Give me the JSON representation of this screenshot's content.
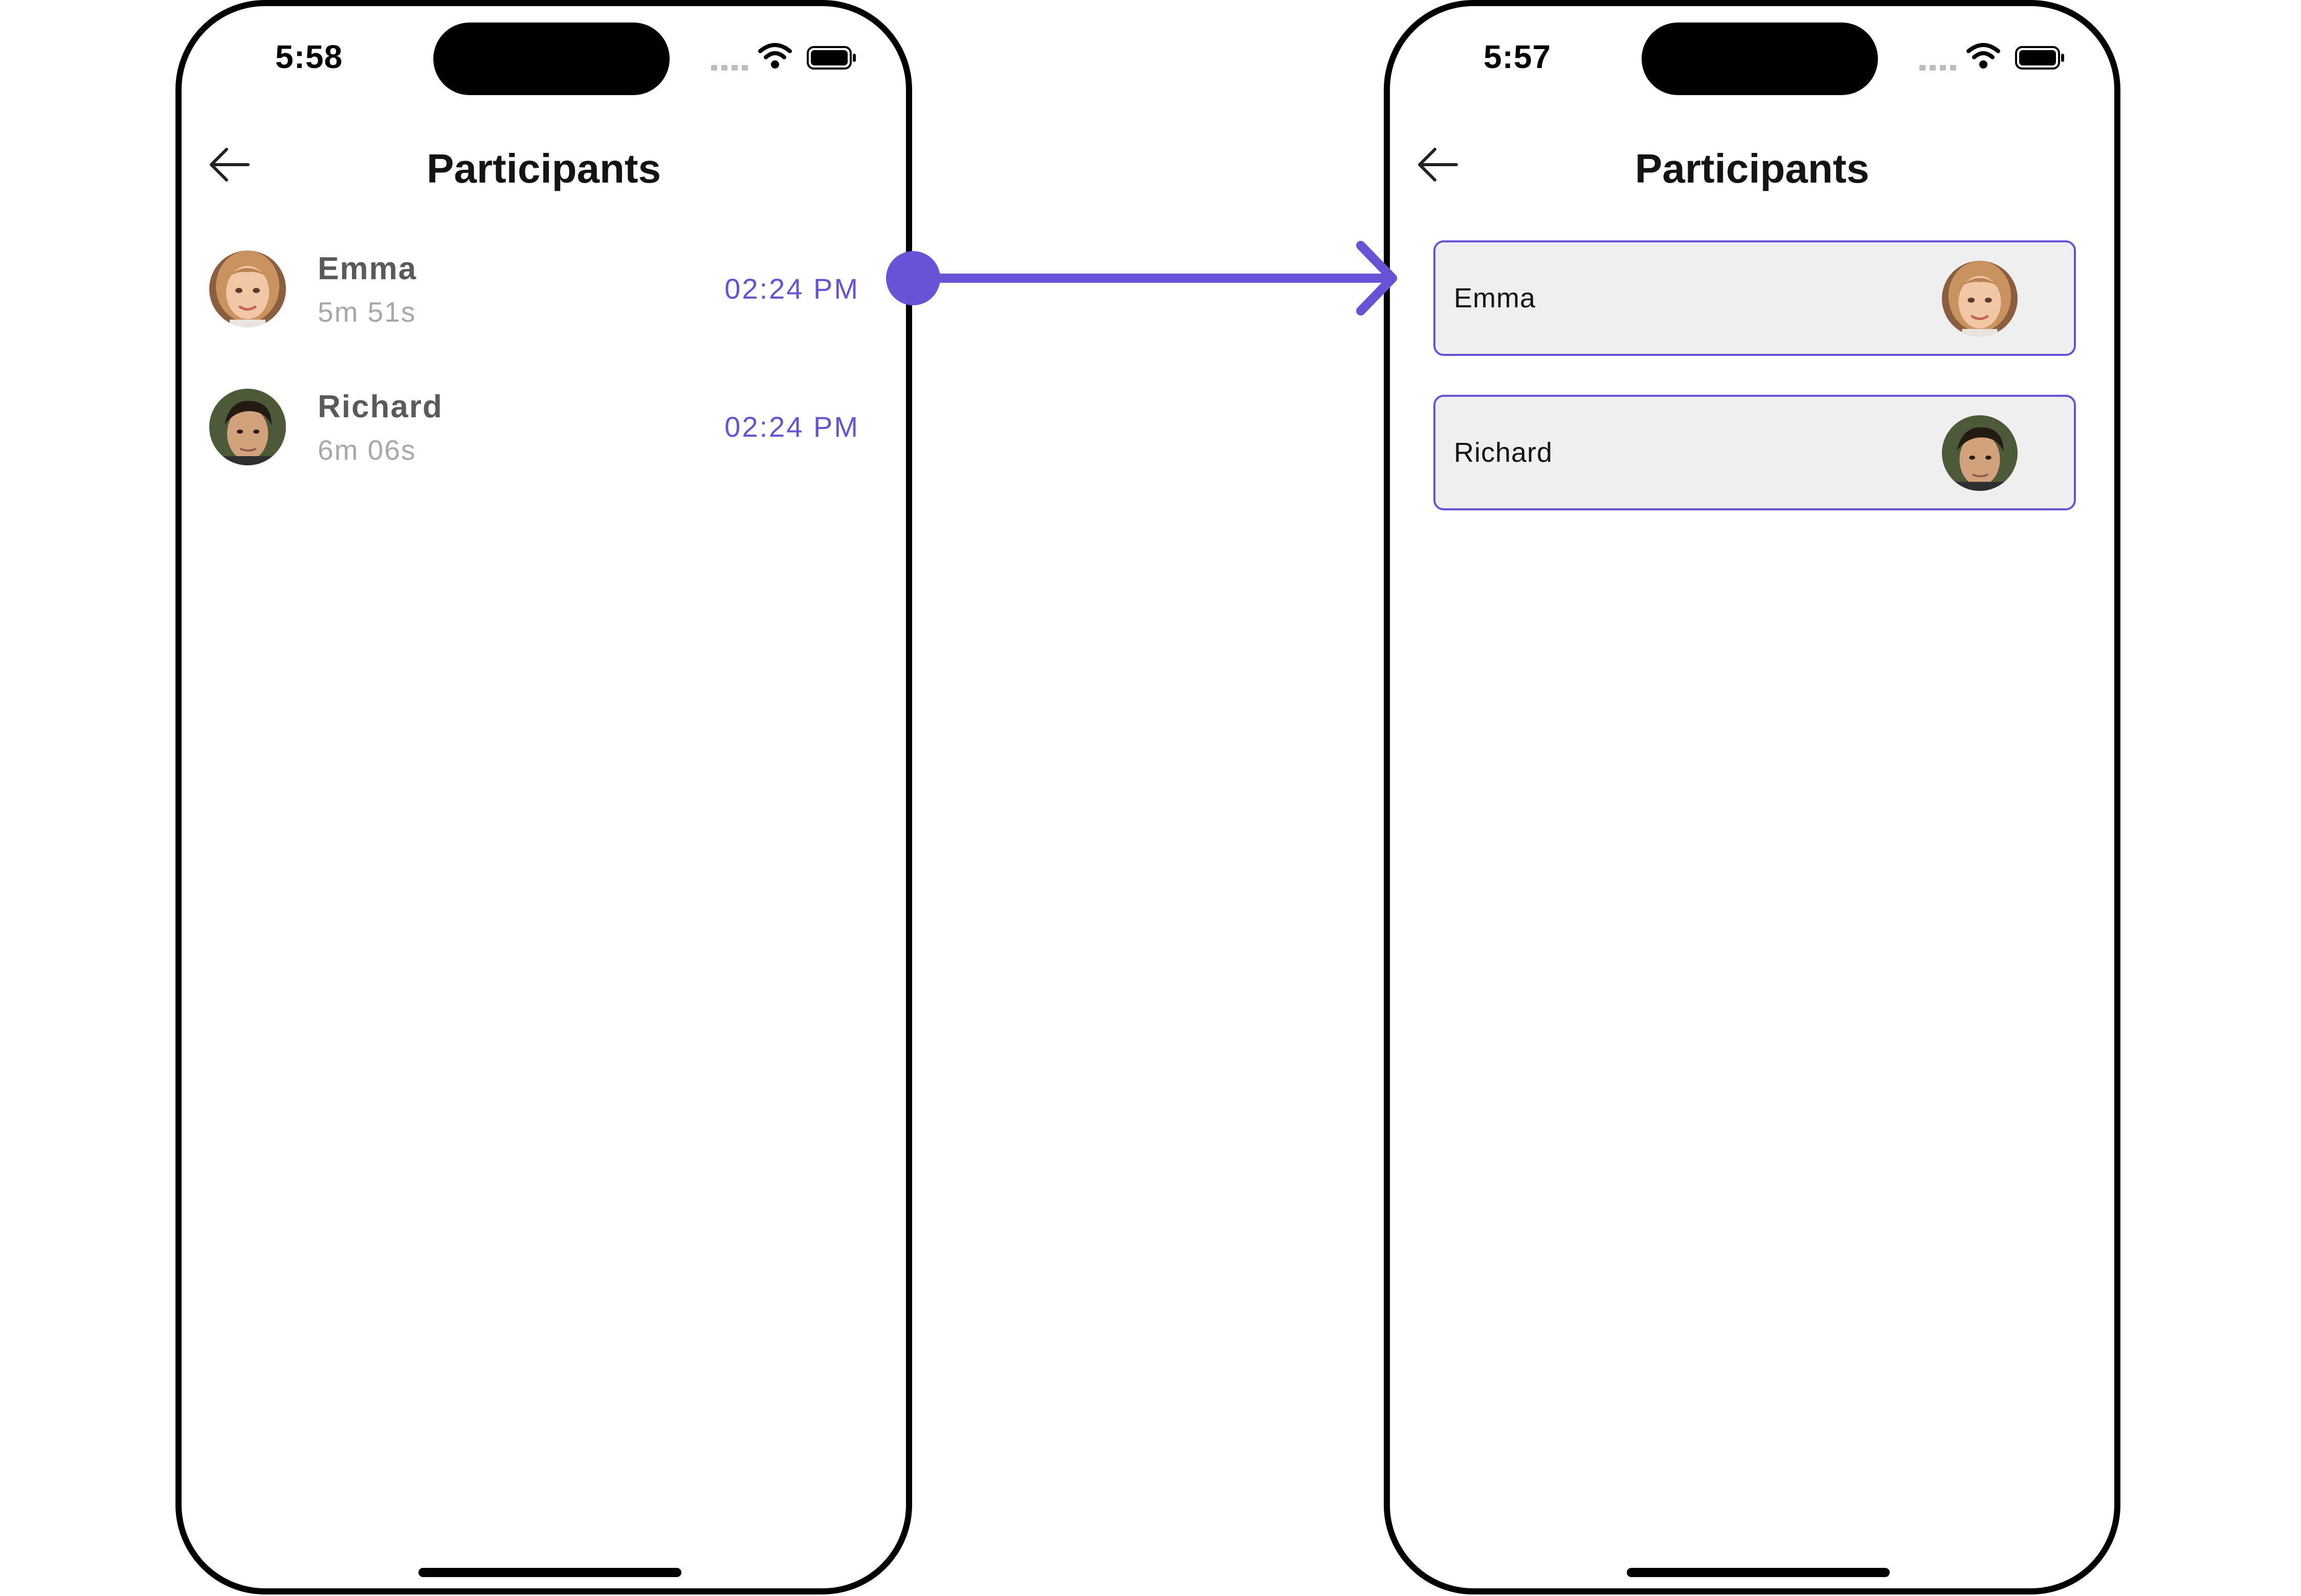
{
  "left_screen": {
    "status_time": "5:58",
    "title": "Participants",
    "participants": [
      {
        "name": "Emma",
        "duration": "5m 51s",
        "joined": "02:24 PM"
      },
      {
        "name": "Richard",
        "duration": "6m 06s",
        "joined": "02:24 PM"
      }
    ]
  },
  "right_screen": {
    "status_time": "5:57",
    "title": "Participants",
    "participants": [
      {
        "name": "Emma"
      },
      {
        "name": "Richard"
      }
    ]
  },
  "colors": {
    "accent": "#6852d6",
    "card_background": "#efefef",
    "primary_text": "#141414",
    "secondary_text": "#a8a8a8"
  },
  "icons": {
    "back": "back-arrow-icon",
    "wifi": "wifi-icon",
    "battery": "battery-icon",
    "signal": "signal-icon",
    "avatar_emma": "avatar-emma",
    "avatar_richard": "avatar-richard",
    "connector": "arrow-right-icon"
  }
}
